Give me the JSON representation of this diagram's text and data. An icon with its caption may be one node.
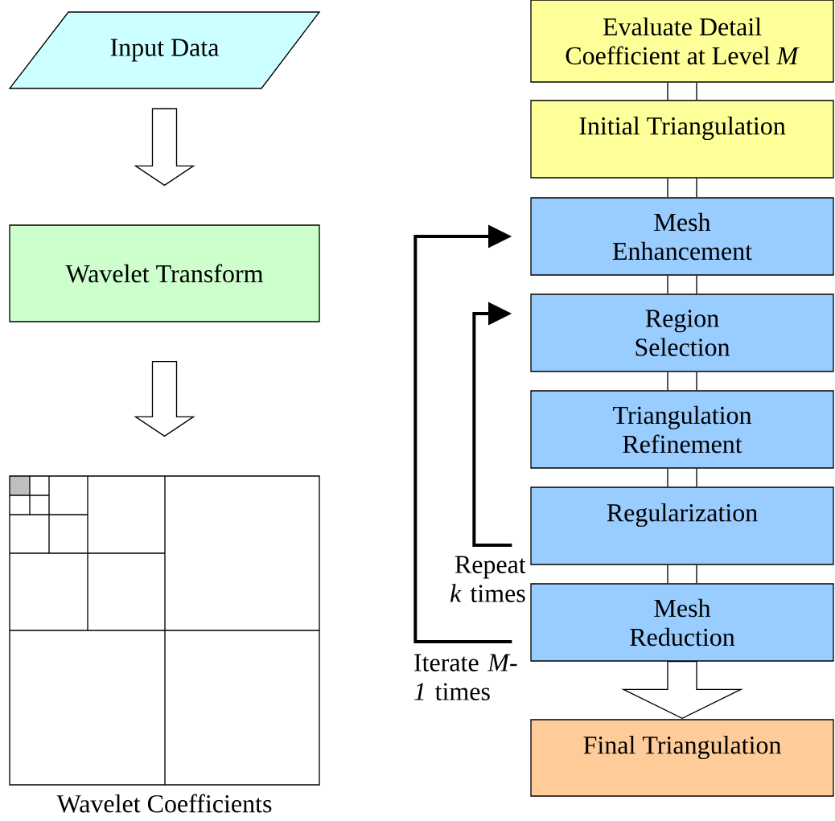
{
  "diagram": {
    "nodes": [
      {
        "text": [
          "Input Data"
        ]
      },
      {
        "text": [
          "Wavelet Transform"
        ]
      },
      {
        "text": [],
        "shape": "picture",
        "beside": [
          "Wavelet Coefficients"
        ]
      },
      {
        "text": [
          "Evaluate Detail Coefficient at Level *M*"
        ]
      },
      {
        "text": [
          "Initial Triangulation"
        ]
      },
      {
        "text": [
          "Mesh Enhancement"
        ]
      },
      {
        "text": [
          "Region Selection"
        ]
      },
      {
        "text": [
          "Triangulation Refinement"
        ]
      },
      {
        "text": [
          "Regularization"
        ]
      },
      {
        "text": [
          "Mesh Reduction"
        ]
      },
      {
        "text": [
          "Final Triangulation"
        ]
      }
    ],
    "edges": [
      {
        "from": 0,
        "to": 1,
        "arrow": "to"
      },
      {
        "from": 1,
        "to": 2,
        "arrow": "to"
      },
      {
        "from": 3,
        "to": 4,
        "arrow": "none"
      },
      {
        "from": 4,
        "to": 5,
        "arrow": "none"
      },
      {
        "from": 5,
        "to": 6,
        "arrow": "none"
      },
      {
        "from": 6,
        "to": 7,
        "arrow": "none"
      },
      {
        "from": 7,
        "to": 8,
        "arrow": "none"
      },
      {
        "from": 8,
        "to": 9,
        "arrow": "none"
      },
      {
        "from": 9,
        "to": 10,
        "arrow": "to"
      },
      {
        "from": 8,
        "to": 6,
        "arrow": "to",
        "style": "thick",
        "label": "Repeat *k* times"
      },
      {
        "from": 9,
        "to": 5,
        "arrow": "to",
        "style": "thick",
        "label": "Iterate *M-1* times"
      }
    ]
  }
}
